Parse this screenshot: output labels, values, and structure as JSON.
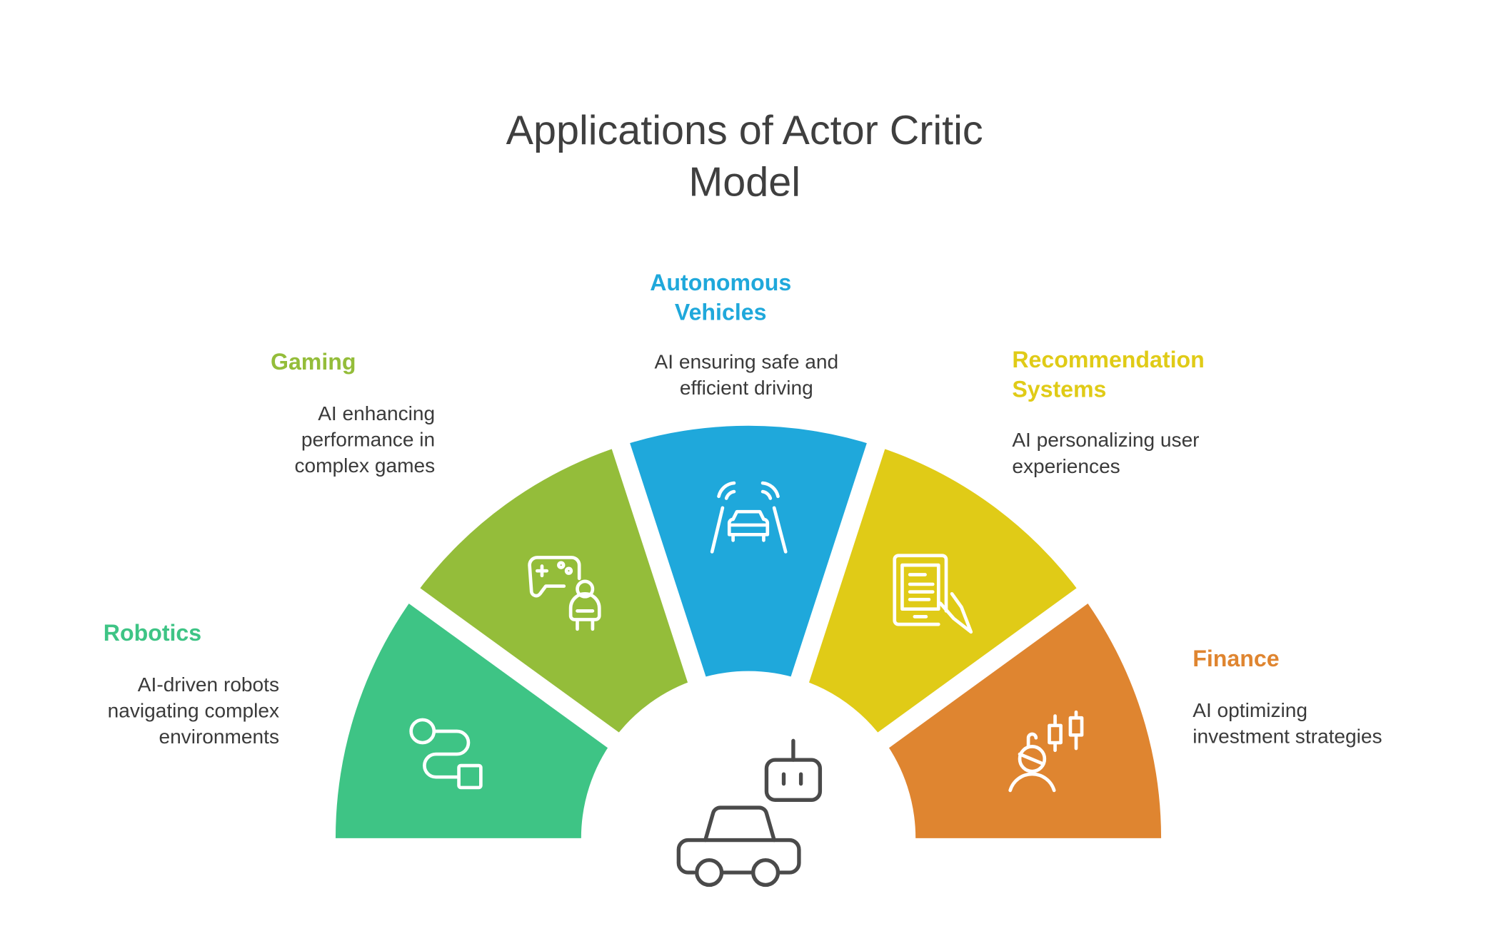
{
  "title": {
    "line1": "Applications of Actor Critic",
    "line2": "Model"
  },
  "colors": {
    "robotics": "#3EC485",
    "gaming": "#94BD3A",
    "vehicles": "#1FA8DB",
    "recommendation": "#E0CB17",
    "finance": "#DF8530",
    "text": "#3a3a3a"
  },
  "segments": [
    {
      "key": "robotics",
      "icon": "route-icon",
      "heading": [
        "Robotics"
      ],
      "desc": [
        "AI-driven robots",
        "navigating complex",
        "environments"
      ]
    },
    {
      "key": "gaming",
      "icon": "gamepad-player-icon",
      "heading": [
        "Gaming"
      ],
      "desc": [
        "AI enhancing",
        "performance in",
        "complex games"
      ]
    },
    {
      "key": "vehicles",
      "icon": "autonomous-car-icon",
      "heading": [
        "Autonomous",
        "Vehicles"
      ],
      "desc": [
        "AI ensuring safe and",
        "efficient driving"
      ]
    },
    {
      "key": "recommendation",
      "icon": "tablet-touch-icon",
      "heading": [
        "Recommendation",
        "Systems"
      ],
      "desc": [
        "AI personalizing user",
        "experiences"
      ]
    },
    {
      "key": "finance",
      "icon": "investor-chart-icon",
      "heading": [
        "Finance"
      ],
      "desc": [
        "AI optimizing",
        "investment strategies"
      ]
    }
  ],
  "center_icons": [
    "robot-head-icon",
    "car-icon"
  ]
}
